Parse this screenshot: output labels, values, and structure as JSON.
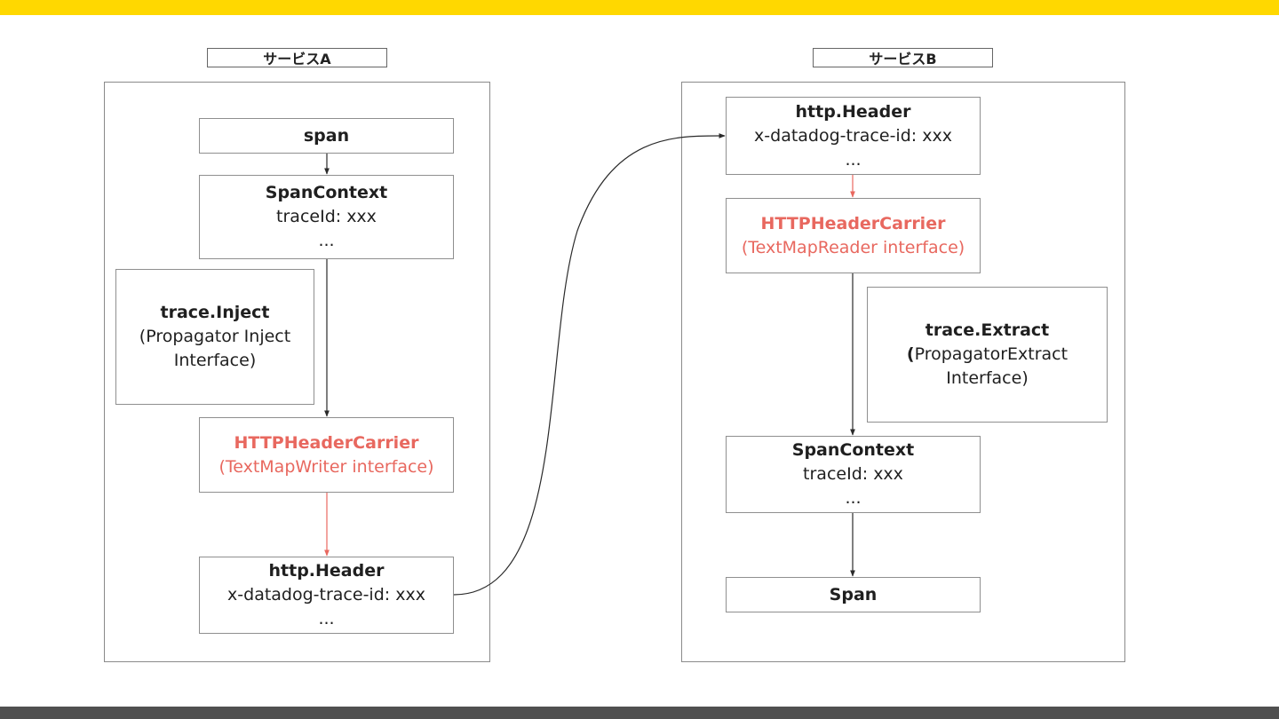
{
  "colors": {
    "accent_top": "#ffd800",
    "bottom_bar": "#505050",
    "highlight": "#e8685f",
    "line": "#2a2a2a"
  },
  "serviceA": {
    "label": "サービスA",
    "span": {
      "title": "span"
    },
    "spanContext": {
      "title": "SpanContext",
      "line1": "traceId: xxx",
      "line2": "..."
    },
    "inject": {
      "title": "trace.Inject",
      "line1": "(Propagator Inject",
      "line2": "Interface)"
    },
    "carrier": {
      "title": "HTTPHeaderCarrier",
      "line1": "(TextMapWriter interface)"
    },
    "header": {
      "title": "http.Header",
      "line1": "x-datadog-trace-id: xxx",
      "line2": "..."
    }
  },
  "serviceB": {
    "label": "サービスB",
    "header": {
      "title": "http.Header",
      "line1": "x-datadog-trace-id: xxx",
      "line2": "..."
    },
    "carrier": {
      "title": "HTTPHeaderCarrier",
      "line1": "(TextMapReader interface)"
    },
    "extract": {
      "title": "trace.Extract",
      "line1_bold_prefix": "(",
      "line1": "PropagatorExtract",
      "line2": "Interface)"
    },
    "spanContext": {
      "title": "SpanContext",
      "line1": "traceId: xxx",
      "line2": "..."
    },
    "span": {
      "title": "Span"
    }
  }
}
